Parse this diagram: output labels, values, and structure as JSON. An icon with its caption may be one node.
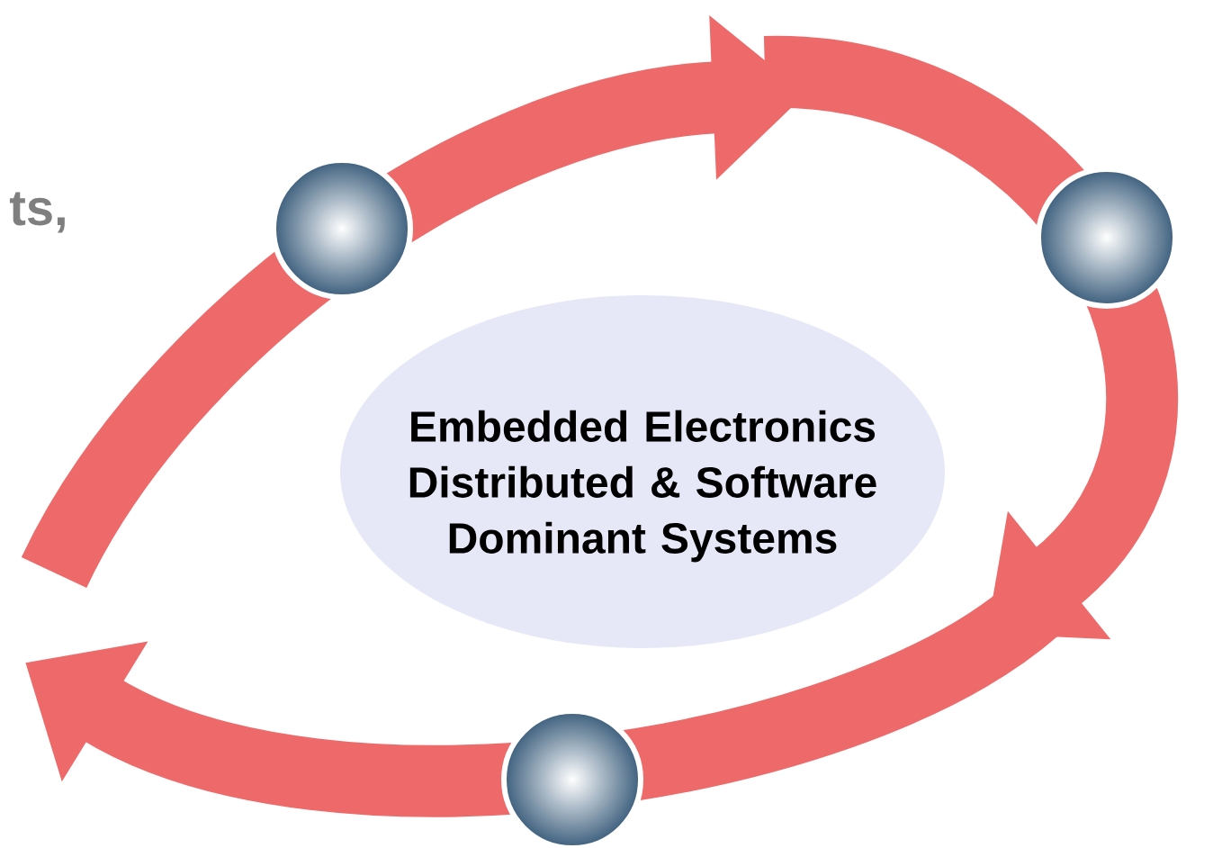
{
  "diagram": {
    "nodes": [
      {
        "text": [
          "Embedded Electronics Distributed & Software Dominant Systems"
        ]
      },
      {
        "text": [],
        "shape": "circle"
      },
      {
        "text": [],
        "shape": "circle"
      },
      {
        "text": [],
        "shape": "circle"
      }
    ],
    "labels": [
      "ts,"
    ]
  }
}
